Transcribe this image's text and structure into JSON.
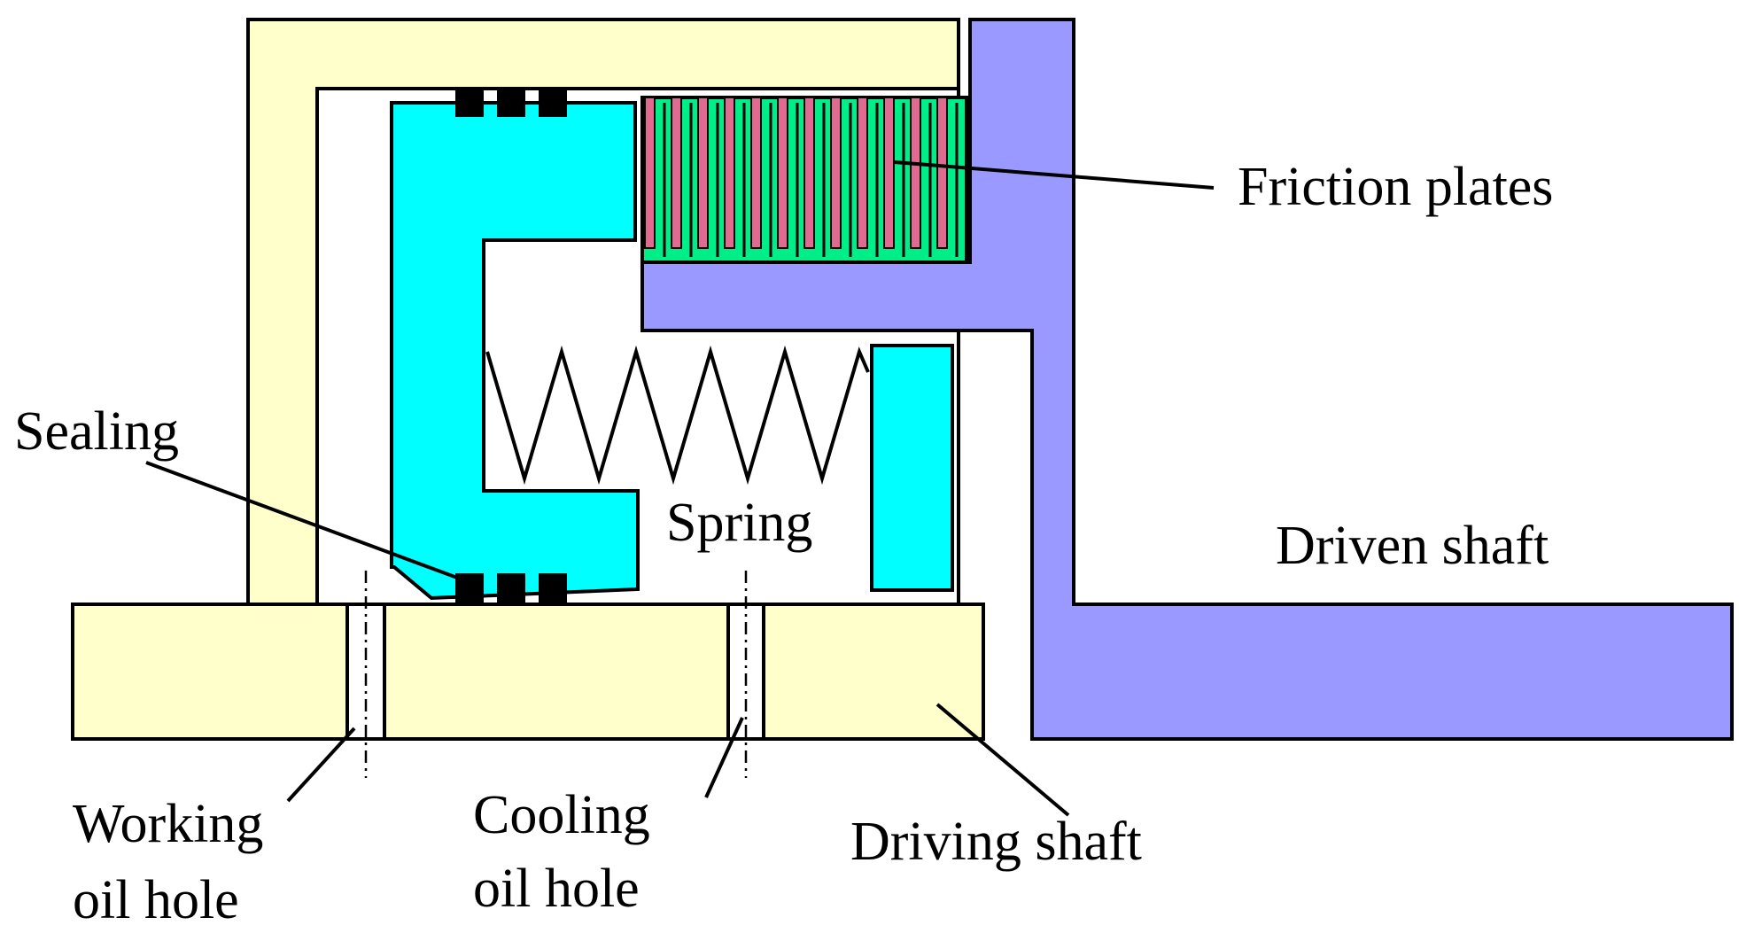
{
  "colors": {
    "housing": "#FFFFCC",
    "piston": "#00FFFF",
    "driven_shaft": "#9999FF",
    "friction_green": "#00EE88",
    "friction_pink": "#E06A90",
    "seal": "#000000",
    "outline": "#000000"
  },
  "labels": {
    "friction_plates": "Friction plates",
    "sealing": "Sealing",
    "spring": "Spring",
    "driven_shaft": "Driven shaft",
    "working_oil_hole_line1": "Working",
    "working_oil_hole_line2": "oil hole",
    "cooling_oil_hole_line1": "Cooling",
    "cooling_oil_hole_line2": "oil hole",
    "driving_shaft": "Driving shaft"
  }
}
